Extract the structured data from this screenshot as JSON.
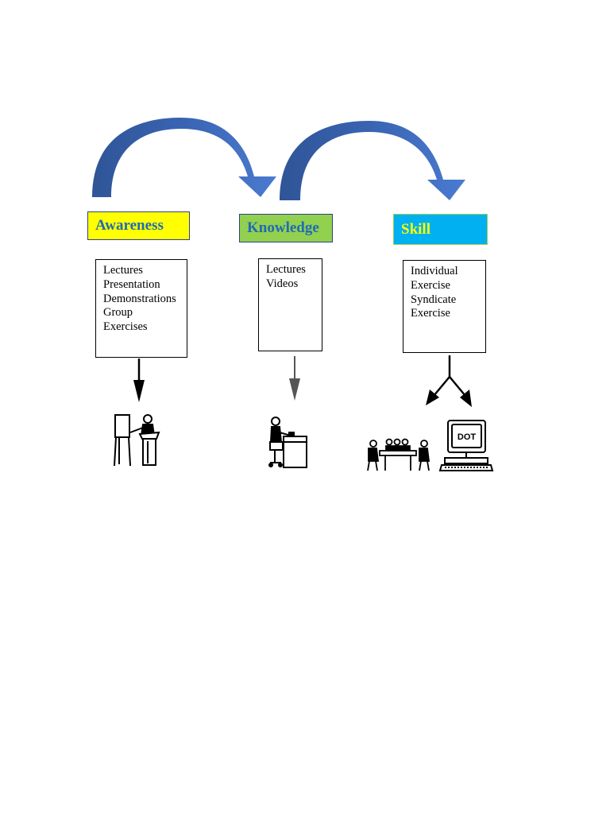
{
  "stages": [
    {
      "key": "awareness",
      "label": "Awareness",
      "items": [
        "Lectures",
        "Presentation",
        "Demonstrations",
        "Group",
        "Exercises"
      ],
      "label_bg": "#ffff00",
      "label_color": "#1f6bb5",
      "illustration": "presenter-at-flipchart-icon"
    },
    {
      "key": "knowledge",
      "label": "Knowledge",
      "items": [
        "Lectures",
        "Videos"
      ],
      "label_bg": "#92d050",
      "label_color": "#1f6bb5",
      "illustration": "person-at-desk-icon"
    },
    {
      "key": "skill",
      "label": "Skill",
      "items": [
        "Individual",
        "Exercise",
        "Syndicate",
        "Exercise"
      ],
      "label_bg": "#00b0f0",
      "label_color": "#ffff00",
      "illustration": "group-table-and-computer-icon"
    }
  ],
  "computer_screen_text": "DOT",
  "colors": {
    "curved_arrow": "#4472c4",
    "curved_arrow_dark": "#2f5597"
  }
}
